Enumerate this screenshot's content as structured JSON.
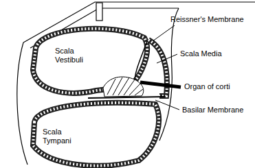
{
  "diagram": {
    "labels": [
      "Reissner's Membrane",
      "Scala Vestibuli",
      "Scala Media",
      "Organ of corti",
      "Scala Tympani",
      "Basilar Membrane"
    ]
  }
}
